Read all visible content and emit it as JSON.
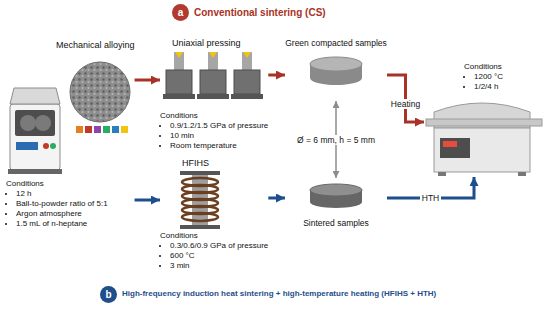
{
  "diagram": {
    "nodes": [
      {
        "text": [
          "a",
          "Conventional sintering (CS)"
        ]
      },
      {
        "text": [
          "Mechanical alloying",
          "Conditions",
          "12 h",
          "Ball-to-powder ratio of 5:1",
          "Argon atmosphere",
          "1.5 mL of n-heptane"
        ]
      },
      {
        "text": [
          "Uniaxial pressing",
          "Conditions",
          "0.9/1.2/1.5 GPa of pressure",
          "10 min",
          "Room temperature"
        ]
      },
      {
        "text": [
          "Green compacted samples"
        ]
      },
      {
        "text": [
          "Conditions",
          "1200 °C",
          "1/2/4 h"
        ]
      },
      {
        "text": [
          "HFIHS",
          "Conditions",
          "0.3/0.6/0.9 GPa of pressure",
          "600 °C",
          "3 min"
        ]
      },
      {
        "text": [
          "Sintered samples"
        ]
      },
      {
        "text": [
          "b",
          "High-frequency induction heat sintering + high-temperature heating (HFIHS + HTH)"
        ]
      }
    ],
    "edges": [
      {
        "from": 1,
        "to": 2,
        "arrow": "to"
      },
      {
        "from": 2,
        "to": 3,
        "arrow": "to"
      },
      {
        "from": 3,
        "to": 4,
        "label": "Heating",
        "arrow": "to"
      },
      {
        "from": 1,
        "to": 5,
        "arrow": "to"
      },
      {
        "from": 5,
        "to": 6,
        "arrow": "to"
      },
      {
        "from": 6,
        "to": 4,
        "label": "HTH",
        "arrow": "to"
      },
      {
        "from": 3,
        "to": 6,
        "label": "Ø = 6 mm, h = 5 mm",
        "arrow": "both"
      }
    ]
  }
}
